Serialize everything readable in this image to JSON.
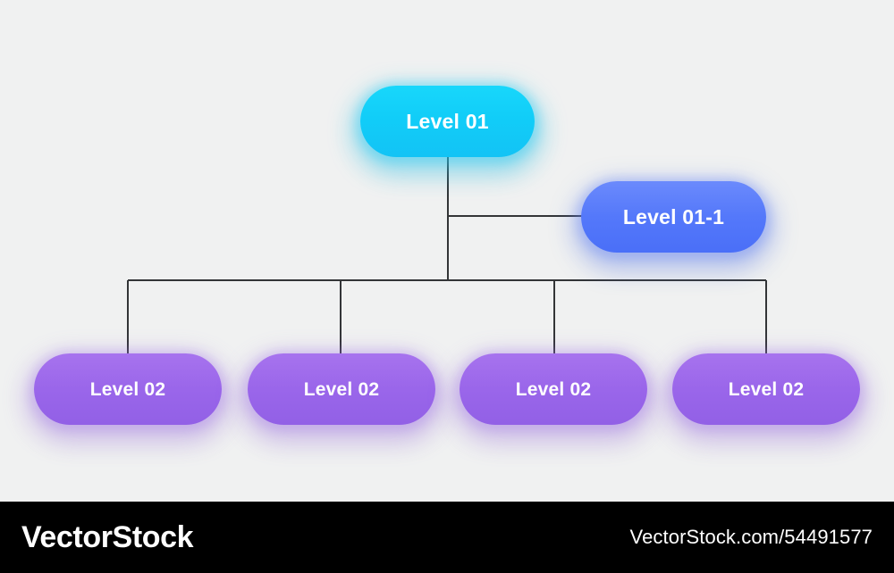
{
  "diagram": {
    "type": "organizational-hierarchy-chart",
    "background_color": "#f0f1f1",
    "connector_color": "#333537",
    "nodes": {
      "root": {
        "label": "Level 01",
        "color": "#13cdf8",
        "shape": "pill"
      },
      "sub": {
        "label": "Level 01-1",
        "color": "#5478fa",
        "shape": "pill"
      },
      "leaves": [
        {
          "label": "Level 02",
          "color": "#9a66ea",
          "shape": "pill"
        },
        {
          "label": "Level 02",
          "color": "#9a66ea",
          "shape": "pill"
        },
        {
          "label": "Level 02",
          "color": "#9a66ea",
          "shape": "pill"
        },
        {
          "label": "Level 02",
          "color": "#9a66ea",
          "shape": "pill"
        }
      ]
    }
  },
  "watermark": {
    "brand": "VectorStock",
    "url": "VectorStock.com/54491577",
    "background_color": "#000000",
    "text_color": "#ffffff"
  }
}
